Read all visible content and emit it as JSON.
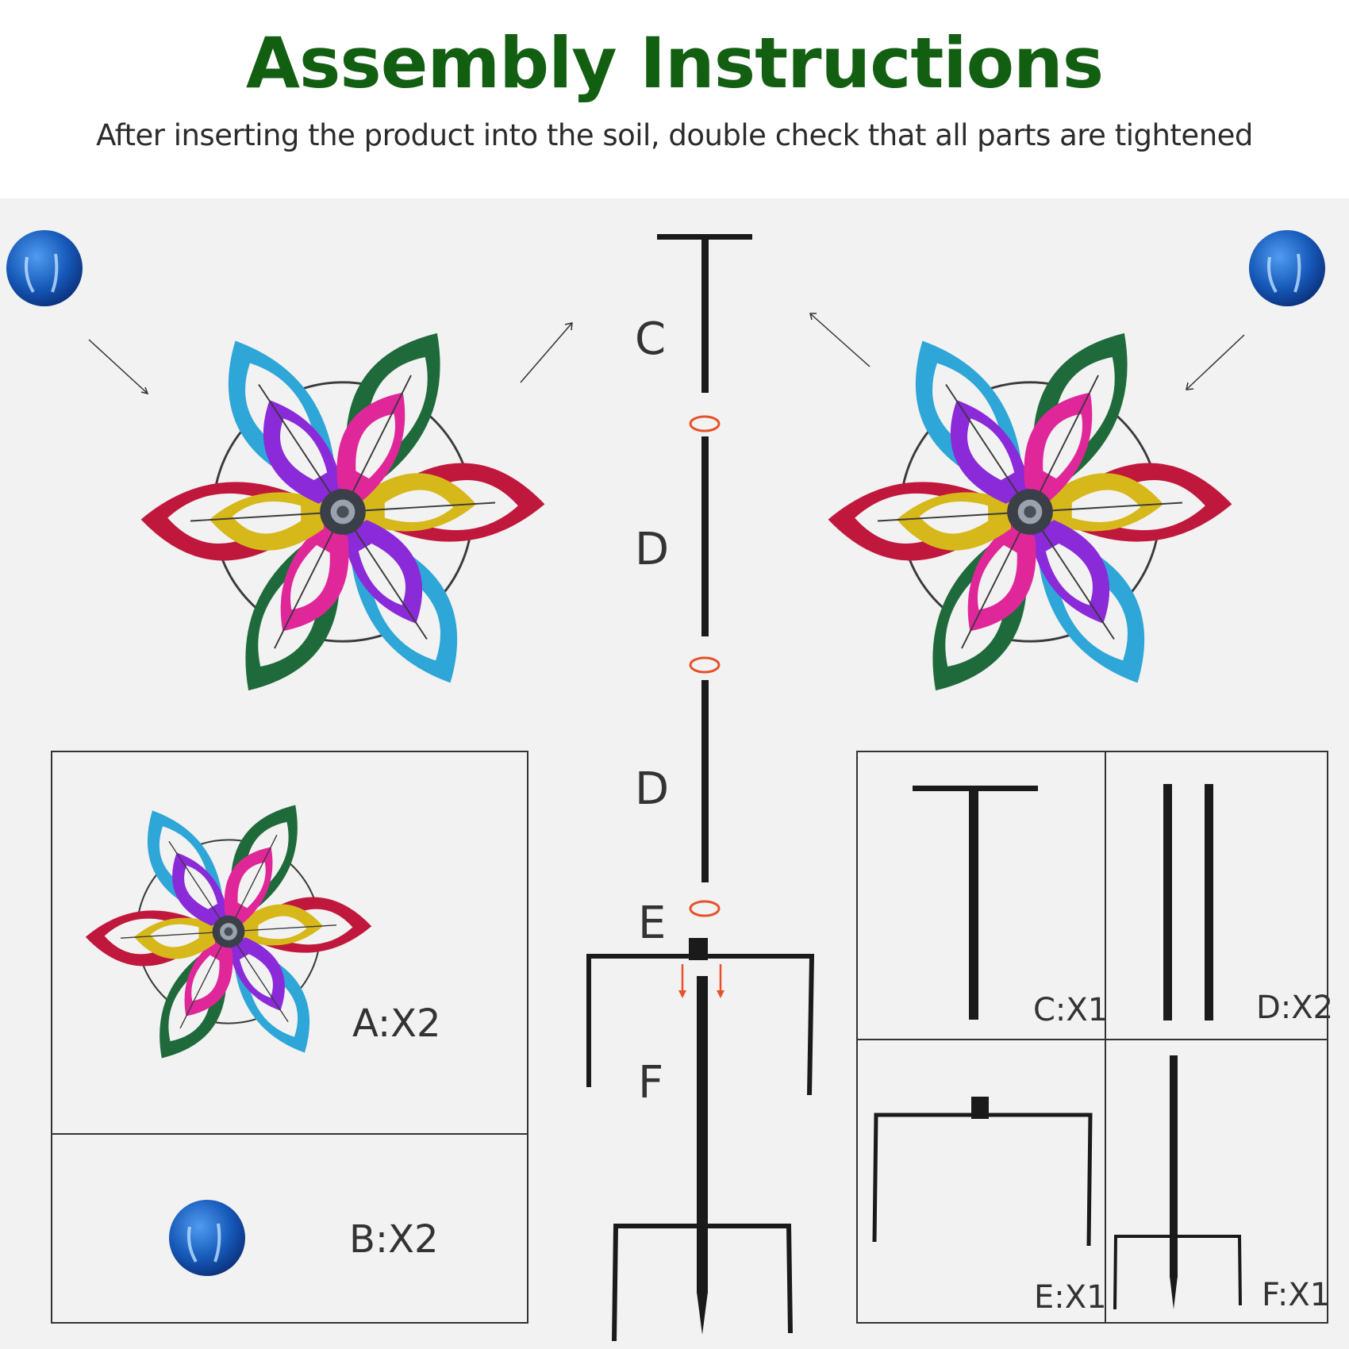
{
  "header": {
    "title": "Assembly Instructions",
    "subtitle": "After inserting the product into the soil, double check that all parts are tightened"
  },
  "assembly_labels": {
    "c": "C",
    "d1": "D",
    "d2": "D",
    "e": "E",
    "f": "F"
  },
  "parts": {
    "a": "A:X2",
    "b": "B:X2",
    "c": "C:X1",
    "d": "D:X2",
    "e": "E:X1",
    "f": "F:X1"
  },
  "colors": {
    "title_green": "#125f12",
    "ball_blue": "#1658b8",
    "petal_red": "#c0183c",
    "petal_yellow": "#d6b81a",
    "petal_purple": "#8a2ad8",
    "petal_magenta": "#e0279a",
    "petal_cyan": "#2fa6d8",
    "petal_green": "#1f6a3a",
    "rotate_arrow": "#e6512a"
  }
}
